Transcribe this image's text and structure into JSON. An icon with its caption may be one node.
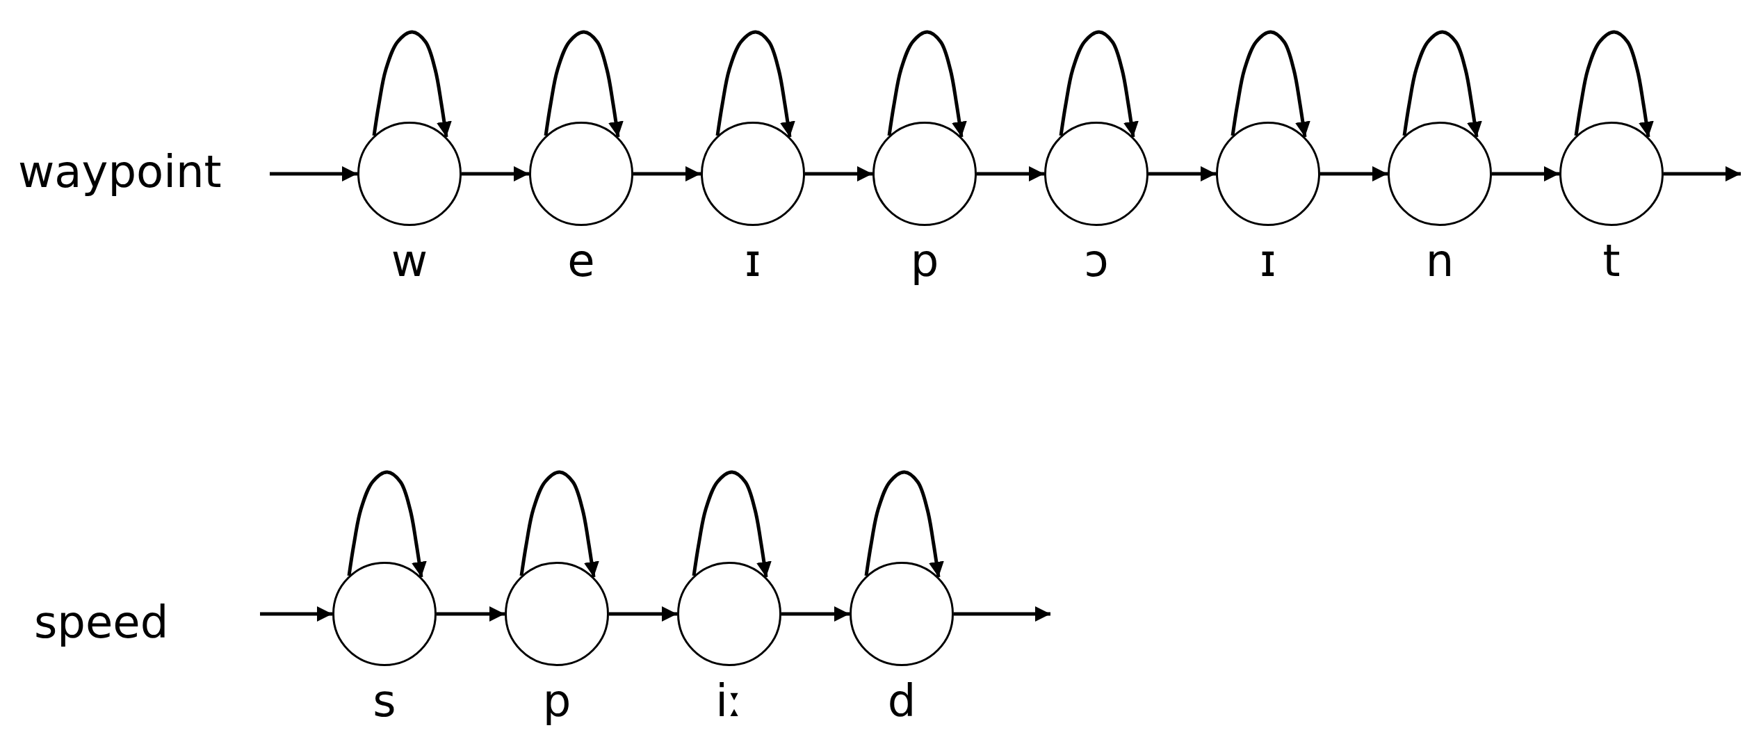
{
  "diagram": {
    "nodes": [
      {
        "text": [],
        "shape": "circle",
        "beside": [
          "w"
        ]
      },
      {
        "text": [],
        "shape": "circle",
        "beside": [
          "e"
        ]
      },
      {
        "text": [],
        "shape": "circle",
        "beside": [
          "ɪ"
        ]
      },
      {
        "text": [],
        "shape": "circle",
        "beside": [
          "p"
        ]
      },
      {
        "text": [],
        "shape": "circle",
        "beside": [
          "ɔ"
        ]
      },
      {
        "text": [],
        "shape": "circle",
        "beside": [
          "ɪ"
        ]
      },
      {
        "text": [],
        "shape": "circle",
        "beside": [
          "n"
        ]
      },
      {
        "text": [],
        "shape": "circle",
        "beside": [
          "t"
        ]
      },
      {
        "text": [],
        "shape": "circle",
        "beside": [
          "s"
        ]
      },
      {
        "text": [],
        "shape": "circle",
        "beside": [
          "p"
        ]
      },
      {
        "text": [],
        "shape": "circle",
        "beside": [
          "iː"
        ]
      },
      {
        "text": [],
        "shape": "circle",
        "beside": [
          "d"
        ]
      }
    ],
    "edges": [
      {
        "from": null,
        "to": 0,
        "arrow": "to"
      },
      {
        "from": 0,
        "to": 0,
        "arrow": "to"
      },
      {
        "from": 0,
        "to": 1,
        "arrow": "to"
      },
      {
        "from": 1,
        "to": 1,
        "arrow": "to"
      },
      {
        "from": 1,
        "to": 2,
        "arrow": "to"
      },
      {
        "from": 2,
        "to": 2,
        "arrow": "to"
      },
      {
        "from": 2,
        "to": 3,
        "arrow": "to"
      },
      {
        "from": 3,
        "to": 3,
        "arrow": "to"
      },
      {
        "from": 3,
        "to": 4,
        "arrow": "to"
      },
      {
        "from": 4,
        "to": 4,
        "arrow": "to"
      },
      {
        "from": 4,
        "to": 5,
        "arrow": "to"
      },
      {
        "from": 5,
        "to": 5,
        "arrow": "to"
      },
      {
        "from": 5,
        "to": 6,
        "arrow": "to"
      },
      {
        "from": 6,
        "to": 6,
        "arrow": "to"
      },
      {
        "from": 6,
        "to": 7,
        "arrow": "to"
      },
      {
        "from": 7,
        "to": 7,
        "arrow": "to"
      },
      {
        "from": 7,
        "to": null,
        "arrow": "to"
      },
      {
        "from": null,
        "to": 8,
        "arrow": "to"
      },
      {
        "from": 8,
        "to": 8,
        "arrow": "to"
      },
      {
        "from": 8,
        "to": 9,
        "arrow": "to"
      },
      {
        "from": 9,
        "to": 9,
        "arrow": "to"
      },
      {
        "from": 9,
        "to": 10,
        "arrow": "to"
      },
      {
        "from": 10,
        "to": 10,
        "arrow": "to"
      },
      {
        "from": 10,
        "to": 11,
        "arrow": "to"
      },
      {
        "from": 11,
        "to": 11,
        "arrow": "to"
      },
      {
        "from": 11,
        "to": null,
        "arrow": "to"
      }
    ],
    "labels": [
      "waypoint",
      "speed"
    ]
  }
}
